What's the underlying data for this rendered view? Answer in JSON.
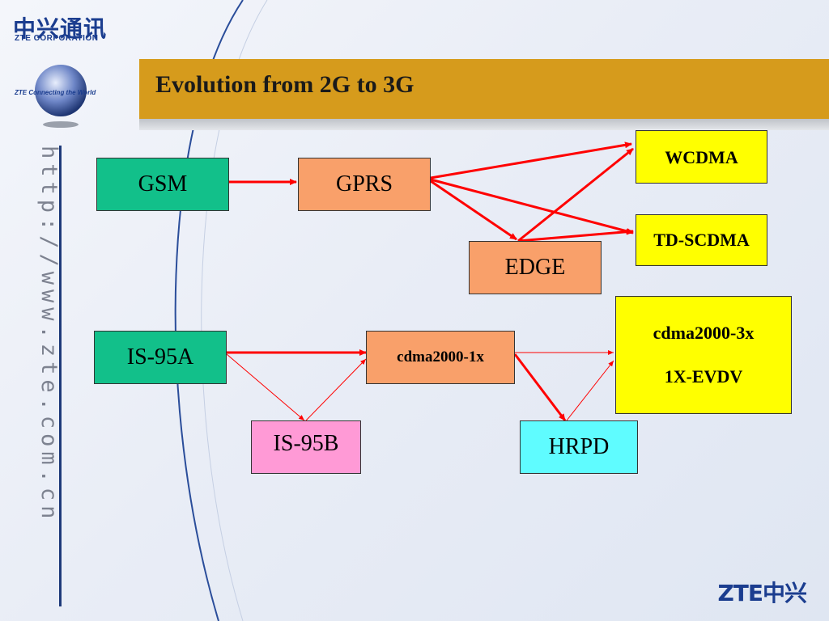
{
  "header": {
    "logo_cn": "中兴通讯",
    "logo_en": "ZTE CORPORATION",
    "globe_text": "ZTE Connecting the World",
    "title": "Evolution from 2G to 3G"
  },
  "side": {
    "url": "http://www.zte.com.cn"
  },
  "nodes": {
    "gsm": "GSM",
    "gprs": "GPRS",
    "edge": "EDGE",
    "wcdma": "WCDMA",
    "tdscdma": "TD-SCDMA",
    "is95a": "IS-95A",
    "is95b": "IS-95B",
    "cdma1x": "cdma2000-1x",
    "hrpd": "HRPD",
    "cdma3x": "cdma2000-3x",
    "evdv": "1X-EVDV"
  },
  "footer": {
    "logo": "ZTE中兴"
  },
  "colors": {
    "arrow": "#ff0000",
    "title_bar": "#d69b1c"
  }
}
